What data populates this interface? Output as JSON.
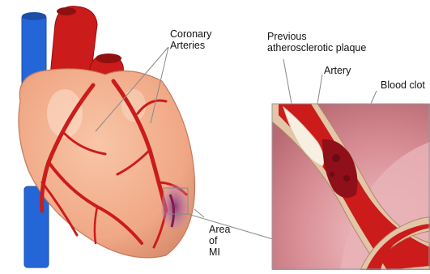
{
  "labels": {
    "coronary_arteries": [
      "Coronary",
      "Arteries"
    ],
    "previous_plaque": [
      "Previous",
      "atherosclerotic plaque"
    ],
    "artery": "Artery",
    "blood_clot": "Blood clot",
    "area_of_mi": [
      "Area",
      "of",
      "MI"
    ]
  },
  "colors": {
    "heart": "#f3b08e",
    "heart_shade": "#d9876a",
    "artery_red": "#cc1b1b",
    "vena_cava_blue": "#2466d8",
    "infarct": "#a24a86",
    "inset_bg": "#d9939a",
    "plaque": "#f7efe2",
    "leader_line": "#888888"
  }
}
